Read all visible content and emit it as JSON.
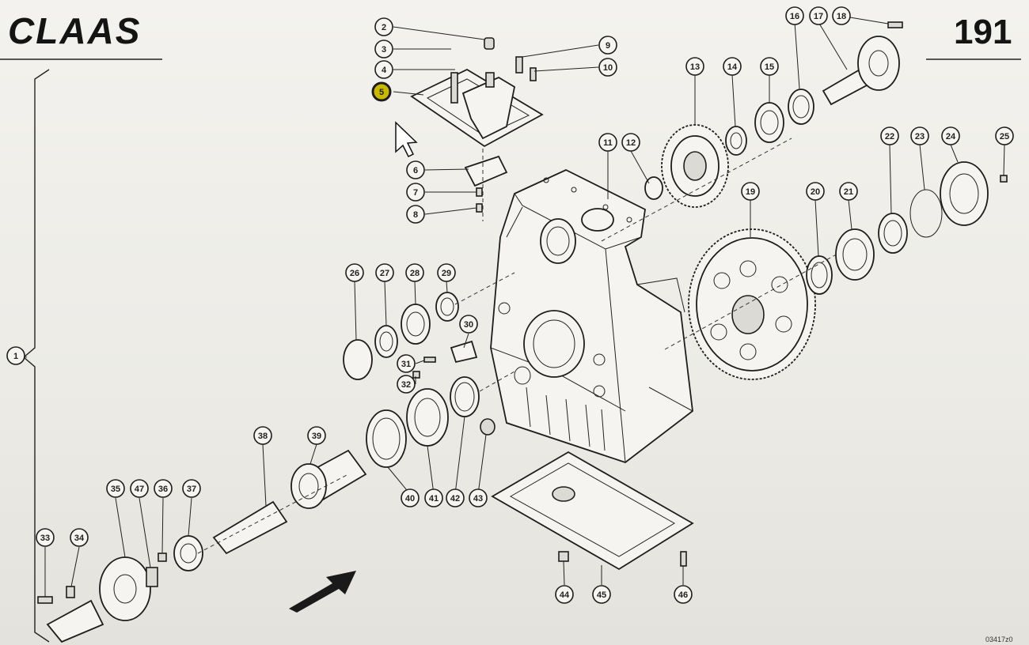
{
  "header": {
    "brand": "CLAAS",
    "page_number": "191"
  },
  "footer": {
    "reference_code": "03417z0"
  },
  "callouts": [
    {
      "n": "1"
    },
    {
      "n": "2"
    },
    {
      "n": "3"
    },
    {
      "n": "4"
    },
    {
      "n": "5",
      "highlighted": true
    },
    {
      "n": "6"
    },
    {
      "n": "7"
    },
    {
      "n": "8"
    },
    {
      "n": "9"
    },
    {
      "n": "10"
    },
    {
      "n": "11"
    },
    {
      "n": "12"
    },
    {
      "n": "13"
    },
    {
      "n": "14"
    },
    {
      "n": "15"
    },
    {
      "n": "16"
    },
    {
      "n": "17"
    },
    {
      "n": "18"
    },
    {
      "n": "19"
    },
    {
      "n": "20"
    },
    {
      "n": "21"
    },
    {
      "n": "22"
    },
    {
      "n": "23"
    },
    {
      "n": "24"
    },
    {
      "n": "25"
    },
    {
      "n": "26"
    },
    {
      "n": "27"
    },
    {
      "n": "28"
    },
    {
      "n": "29"
    },
    {
      "n": "30"
    },
    {
      "n": "31"
    },
    {
      "n": "32"
    },
    {
      "n": "33"
    },
    {
      "n": "34"
    },
    {
      "n": "35"
    },
    {
      "n": "36"
    },
    {
      "n": "37"
    },
    {
      "n": "38"
    },
    {
      "n": "39"
    },
    {
      "n": "40"
    },
    {
      "n": "41"
    },
    {
      "n": "42"
    },
    {
      "n": "43"
    },
    {
      "n": "44"
    },
    {
      "n": "45"
    },
    {
      "n": "46"
    },
    {
      "n": "47"
    }
  ],
  "colors": {
    "ink": "#1d1d1d",
    "paper": "#f3f2ee",
    "highlight": "#c9b800"
  },
  "icons": [
    "mouse-pointer-icon",
    "direction-arrow-icon"
  ]
}
